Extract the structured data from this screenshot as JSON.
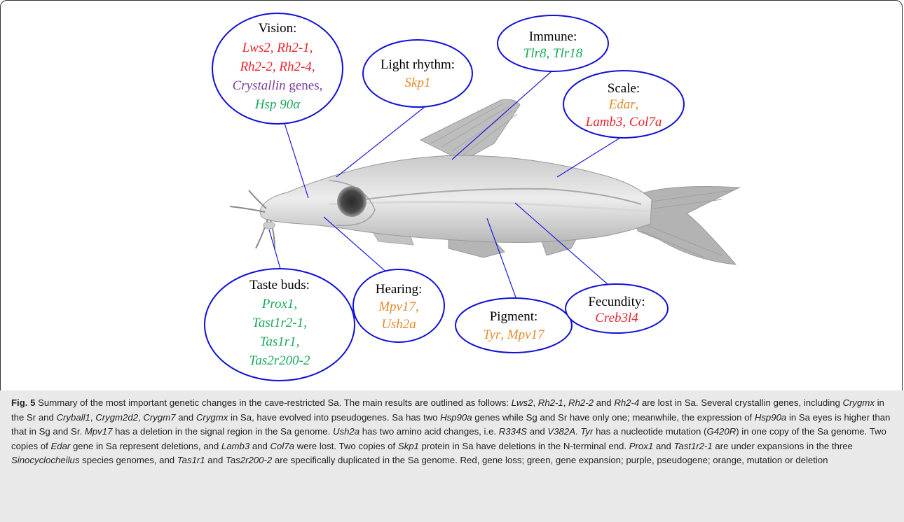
{
  "colors": {
    "loss": "#e8232a",
    "expansion": "#1aa85a",
    "pseudogene": "#7a3c9c",
    "mutation": "#e38a2c",
    "ellipse_stroke": "#1010d8",
    "leader_line": "#1a1ae0"
  },
  "labels": {
    "vision": {
      "title": "Vision:",
      "line1": [
        "Lws2",
        ", ",
        "Rh2-1",
        ","
      ],
      "line2": [
        "Rh2-2",
        ", ",
        "Rh2-4",
        ","
      ],
      "line3": [
        "Crystallin",
        " genes,"
      ],
      "line4": [
        "Hsp 90α"
      ]
    },
    "light_rhythm": {
      "title": "Light rhythm:",
      "genes": "Skp1"
    },
    "immune": {
      "title": "Immune:",
      "genes": "Tlr8, Tlr18"
    },
    "scale": {
      "title": "Scale:",
      "line1": "Edar",
      "line1_suffix": ",",
      "line2a": "Lamb3",
      "line2_sep": ", ",
      "line2b": "Col7a"
    },
    "taste_buds": {
      "title": "Taste buds:",
      "l1": "Prox1",
      "l1_suffix": ",",
      "l2": "Tast1r2-1",
      "l2_suffix": ",",
      "l3": "Tas1r1",
      "l3_suffix": ",",
      "l4": "Tas2r200-2"
    },
    "hearing": {
      "title": "Hearing:",
      "l1": "Mpv17",
      "l1_suffix": ",",
      "l2": "Ush2a"
    },
    "pigment": {
      "title": "Pigment:",
      "g1": "Tyr",
      "sep": ", ",
      "g2": "Mpv17"
    },
    "fecundity": {
      "title": "Fecundity:",
      "genes": "Creb3l4"
    }
  },
  "caption": {
    "fig_label": "Fig. 5",
    "segments": [
      {
        "t": " Summary of the most important genetic changes in the cave-restricted Sa. The main results are outlined as follows: "
      },
      {
        "t": "Lws2",
        "i": true
      },
      {
        "t": ", "
      },
      {
        "t": "Rh2-1",
        "i": true
      },
      {
        "t": ", "
      },
      {
        "t": "Rh2-2",
        "i": true
      },
      {
        "t": " and "
      },
      {
        "t": "Rh2-4",
        "i": true
      },
      {
        "t": " are lost in Sa. Several crystallin genes, including "
      },
      {
        "t": "Crygmx",
        "i": true
      },
      {
        "t": " in the Sr and "
      },
      {
        "t": "Cryball1",
        "i": true
      },
      {
        "t": ", "
      },
      {
        "t": "Crygm2d2",
        "i": true
      },
      {
        "t": ", "
      },
      {
        "t": "Crygm7",
        "i": true
      },
      {
        "t": " and "
      },
      {
        "t": "Crygmx",
        "i": true
      },
      {
        "t": " in Sa, have evolved into pseudogenes. Sa has two "
      },
      {
        "t": "Hsp90a",
        "i": true
      },
      {
        "t": " genes while Sg and Sr have only one; meanwhile, the expression of "
      },
      {
        "t": "Hsp90a",
        "i": true
      },
      {
        "t": " in Sa eyes is higher than that in Sg and Sr. "
      },
      {
        "t": "Mpv17",
        "i": true
      },
      {
        "t": " has a deletion in the signal region in the Sa genome. "
      },
      {
        "t": "Ush2a",
        "i": true
      },
      {
        "t": " has two amino acid changes, i.e. "
      },
      {
        "t": "R334S",
        "i": true
      },
      {
        "t": " and "
      },
      {
        "t": "V382A",
        "i": true
      },
      {
        "t": ". "
      },
      {
        "t": "Tyr",
        "i": true
      },
      {
        "t": " has a nucleotide mutation ("
      },
      {
        "t": "G420R",
        "i": true
      },
      {
        "t": ") in one copy of the Sa genome. Two copies of "
      },
      {
        "t": "Edar",
        "i": true
      },
      {
        "t": " gene in Sa represent deletions, and "
      },
      {
        "t": "Lamb3",
        "i": true
      },
      {
        "t": " and "
      },
      {
        "t": "Col7a",
        "i": true
      },
      {
        "t": " were lost. Two copies of "
      },
      {
        "t": "Skp1",
        "i": true
      },
      {
        "t": " protein in Sa have deletions in the N-terminal end. "
      },
      {
        "t": "Prox1",
        "i": true
      },
      {
        "t": " and "
      },
      {
        "t": "Tast1r2-1",
        "i": true
      },
      {
        "t": " are under expansions in the three "
      },
      {
        "t": "Sinocyclocheilus",
        "i": true
      },
      {
        "t": " species genomes, and "
      },
      {
        "t": "Tas1r1",
        "i": true
      },
      {
        "t": " and "
      },
      {
        "t": "Tas2r200-2",
        "i": true
      },
      {
        "t": " are specifically duplicated in the Sa genome. Red, gene loss; green, gene expansion; purple, pseudogene; orange, mutation or deletion"
      }
    ]
  }
}
